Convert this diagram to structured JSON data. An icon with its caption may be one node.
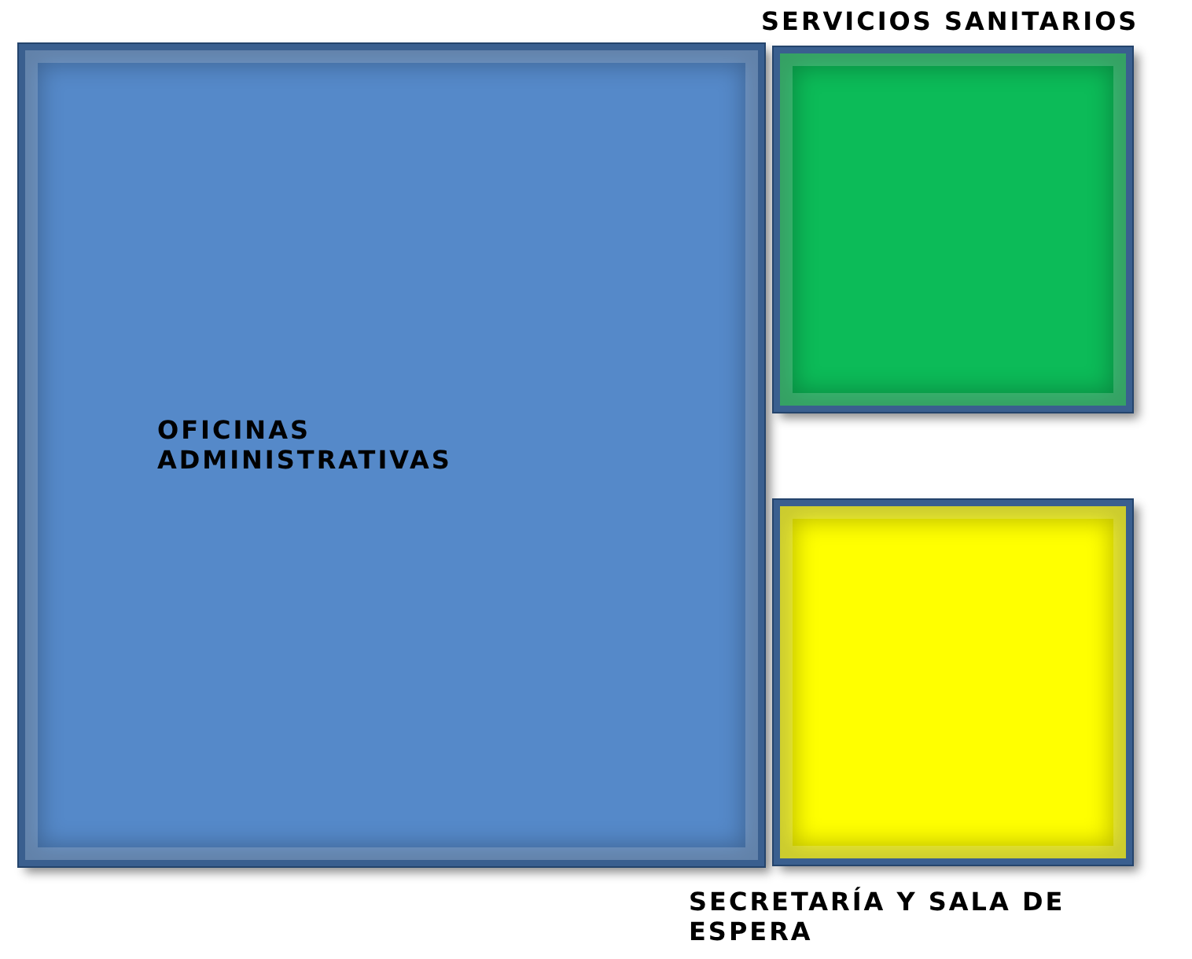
{
  "diagram": {
    "nodes": [
      {
        "text": [
          "OFICINAS ADMINISTRATIVAS"
        ]
      },
      {
        "text": [
          "SERVICIOS SANITARIOS"
        ]
      },
      {
        "text": [
          "SECRETARÍA Y SALA DE ESPERA"
        ]
      }
    ],
    "edges": []
  }
}
